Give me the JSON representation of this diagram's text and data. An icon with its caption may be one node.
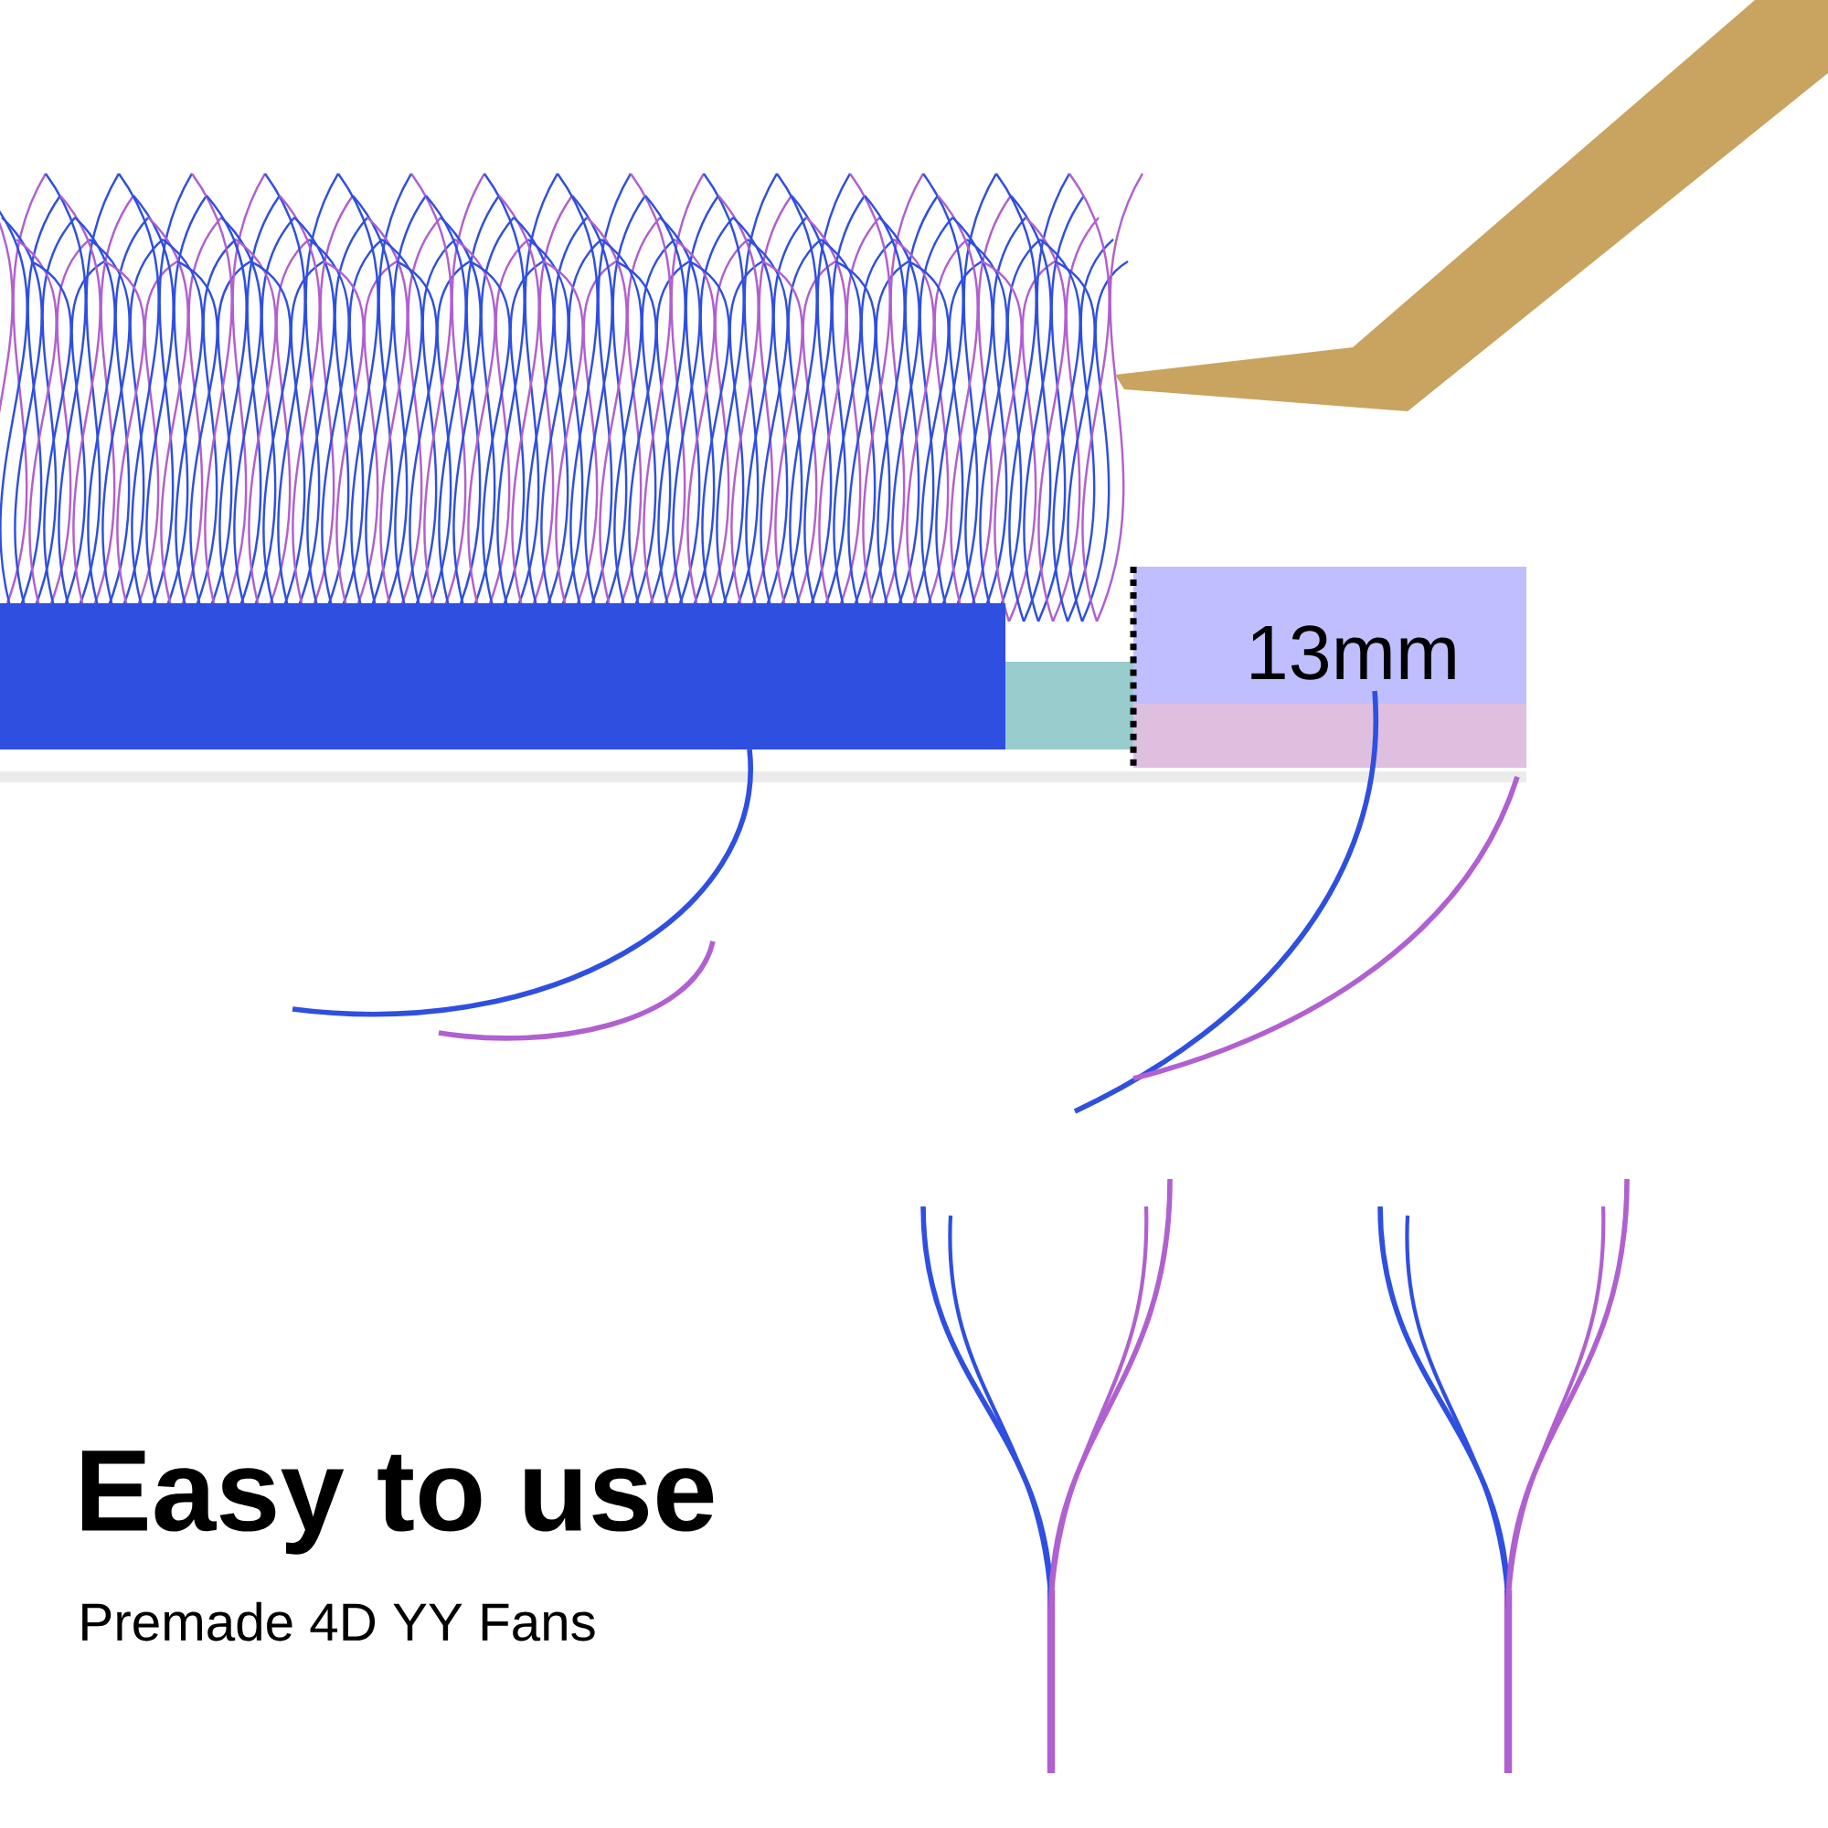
{
  "diagram": {
    "title": "Easy to use",
    "labels": [
      "13mm",
      "Premade 4D YY Fans"
    ]
  }
}
